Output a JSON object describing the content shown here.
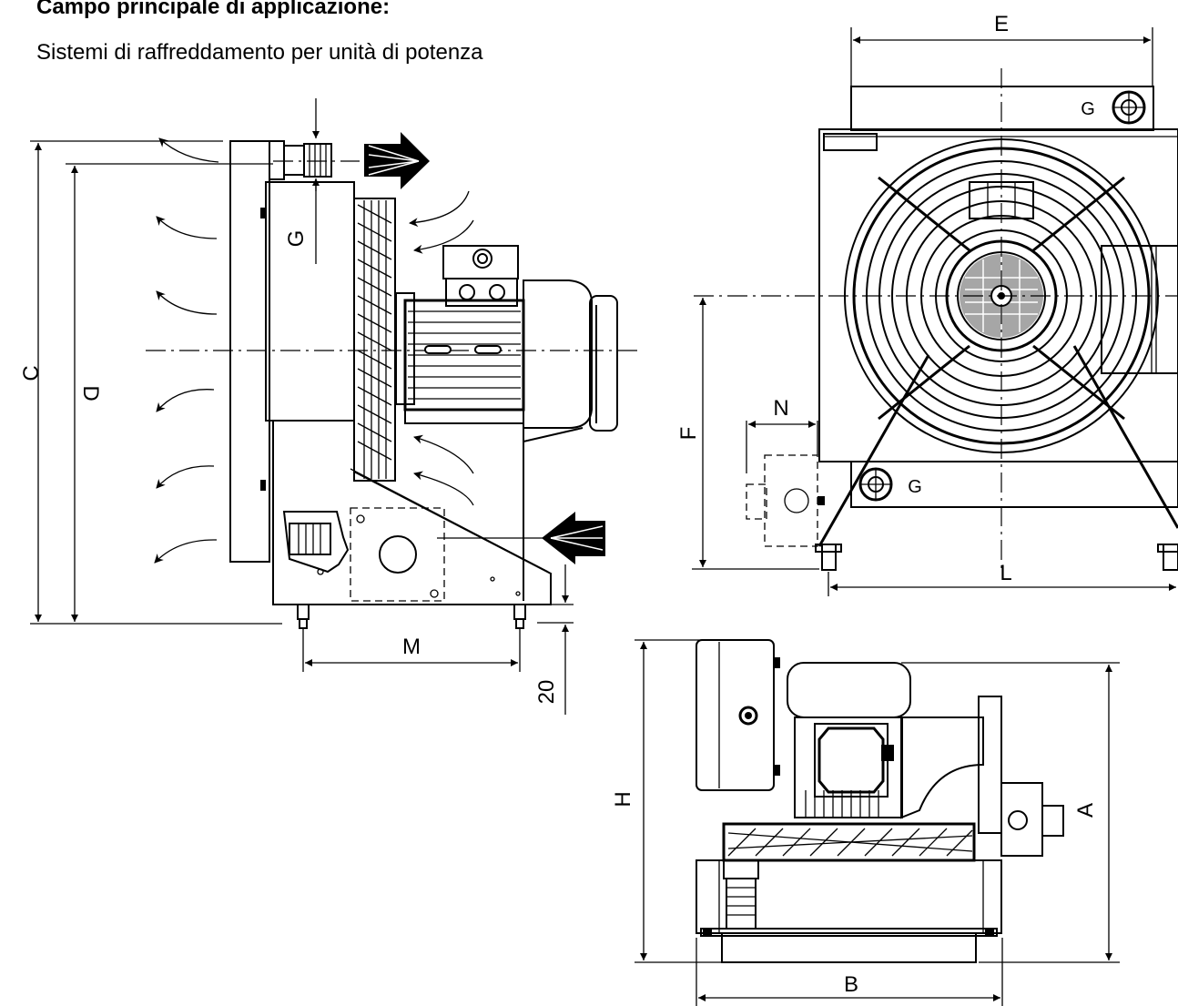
{
  "heading": {
    "title": "Campo principale di applicazione:",
    "subtitle": "Sistemi di raffreddamento per unità di potenza"
  },
  "dimensions": {
    "A": "A",
    "B": "B",
    "C": "C",
    "D": "D",
    "E": "E",
    "F": "F",
    "G": "G",
    "H": "H",
    "L": "L",
    "M": "M",
    "N": "N",
    "clearance": "20"
  }
}
